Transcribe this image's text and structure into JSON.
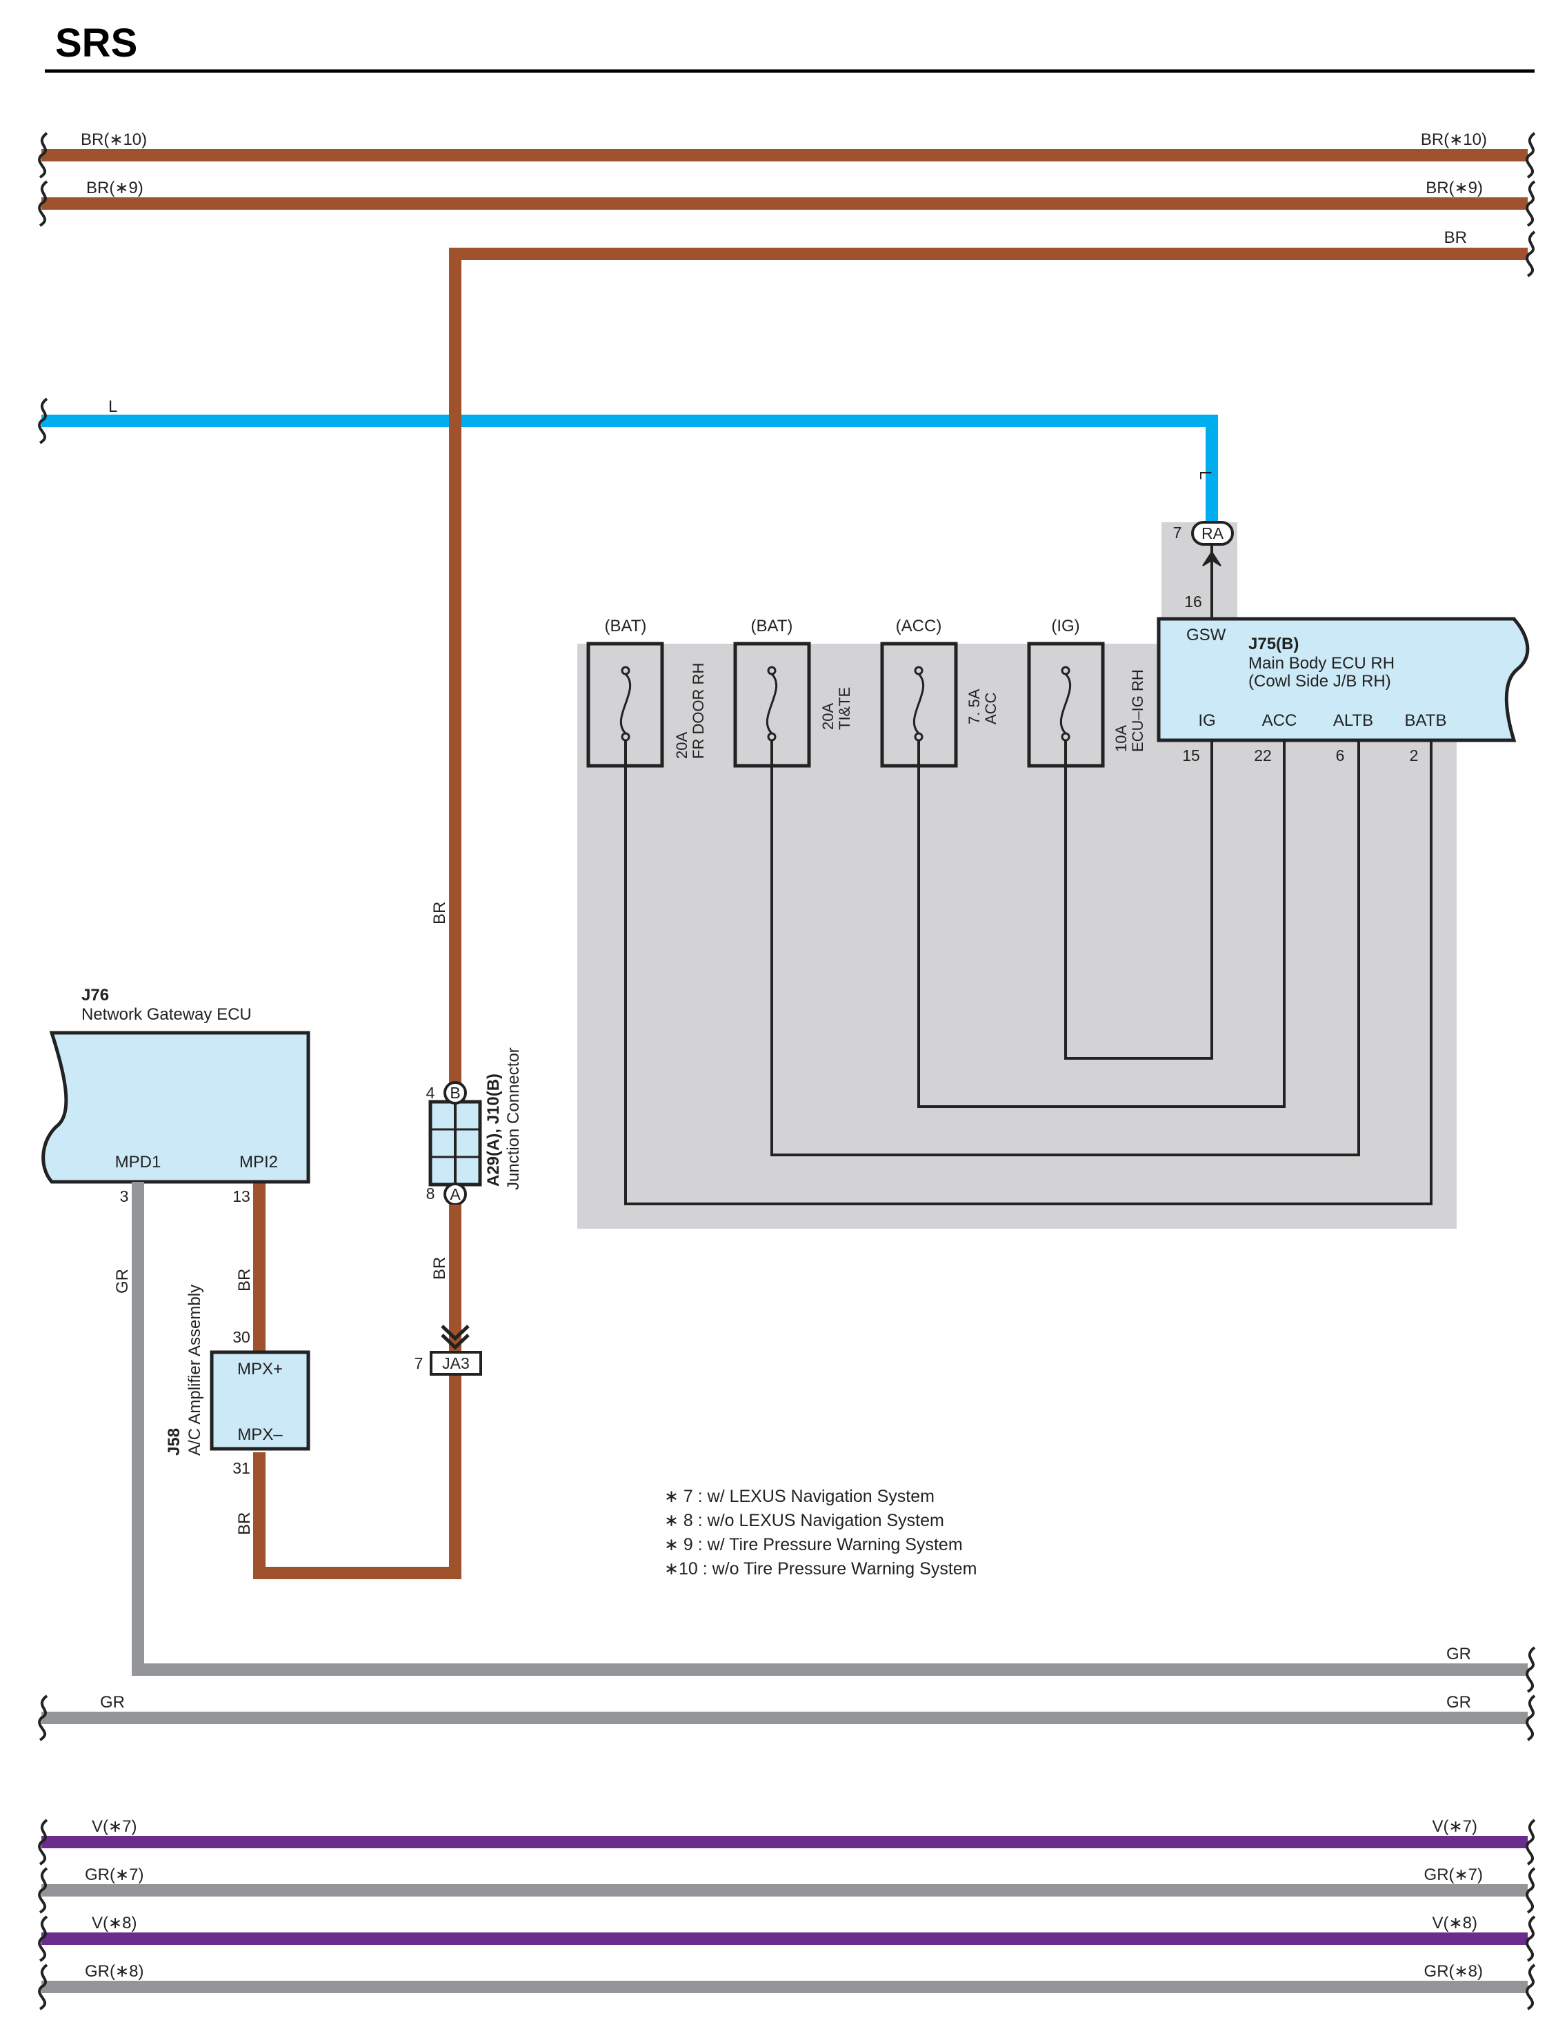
{
  "title": "SRS",
  "colors": {
    "brown": "#A0522D",
    "blue": "#00AEEF",
    "gray": "#939598",
    "violet": "#6B2D8C",
    "component_fill": "#CCE9F7",
    "junction_block_fill": "#D3D3D5"
  },
  "wires": {
    "br_10_left": "BR(∗10)",
    "br_10_right": "BR(∗10)",
    "br_9_left": "BR(∗9)",
    "br_9_right": "BR(∗9)",
    "br_top_right": "BR",
    "l_left": "L",
    "l_vertical": "L",
    "br_vertical_upper": "BR",
    "br_vertical_lower": "BR",
    "br_j58_upper": "BR",
    "br_j58_lower": "BR",
    "gr_vertical": "GR",
    "gr_right_1": "GR",
    "gr_left_2": "GR",
    "gr_right_2": "GR",
    "v_7_left": "V(∗7)",
    "v_7_right": "V(∗7)",
    "gr_7_left": "GR(∗7)",
    "gr_7_right": "GR(∗7)",
    "v_8_left": "V(∗8)",
    "v_8_right": "V(∗8)",
    "gr_8_left": "GR(∗8)",
    "gr_8_right": "GR(∗8)"
  },
  "connectors": {
    "ra": {
      "code": "RA",
      "pin": "7"
    },
    "ja3": {
      "code": "JA3",
      "pin": "7"
    },
    "junction_b": {
      "code": "B",
      "pin": "4"
    },
    "junction_a": {
      "code": "A",
      "pin": "8"
    }
  },
  "fuses": [
    {
      "source": "(BAT)",
      "rating": "20A",
      "name": "FR DOOR RH"
    },
    {
      "source": "(BAT)",
      "rating": "20A",
      "name": "TI&TE"
    },
    {
      "source": "(ACC)",
      "rating": "7. 5A",
      "name": "ACC"
    },
    {
      "source": "(IG)",
      "rating": "10A",
      "name": "ECU–IG RH"
    }
  ],
  "components": {
    "j75": {
      "code": "J75(B)",
      "name_line1": "Main Body ECU RH",
      "name_line2": "(Cowl Side J/B RH)",
      "pin_gsw": "GSW",
      "pin_gsw_num": "16",
      "pin_ig": "IG",
      "pin_ig_num": "15",
      "pin_acc": "ACC",
      "pin_acc_num": "22",
      "pin_altb": "ALTB",
      "pin_altb_num": "6",
      "pin_batb": "BATB",
      "pin_batb_num": "2"
    },
    "j76": {
      "code": "J76",
      "name": "Network Gateway ECU",
      "pin_mpd1": "MPD1",
      "pin_mpd1_num": "3",
      "pin_mpi2": "MPI2",
      "pin_mpi2_num": "13"
    },
    "j58": {
      "code": "J58",
      "name": "A/C Amplifier Assembly",
      "pin_mpx_plus": "MPX+",
      "pin_mpx_plus_num": "30",
      "pin_mpx_minus": "MPX–",
      "pin_mpx_minus_num": "31"
    },
    "junction": {
      "code": "A29(A), J10(B)",
      "name": "Junction Connector"
    }
  },
  "notes": [
    "∗ 7 : w/ LEXUS Navigation System",
    "∗ 8 : w/o LEXUS Navigation System",
    "∗ 9 : w/ Tire Pressure Warning System",
    "∗10 : w/o Tire Pressure Warning System"
  ]
}
